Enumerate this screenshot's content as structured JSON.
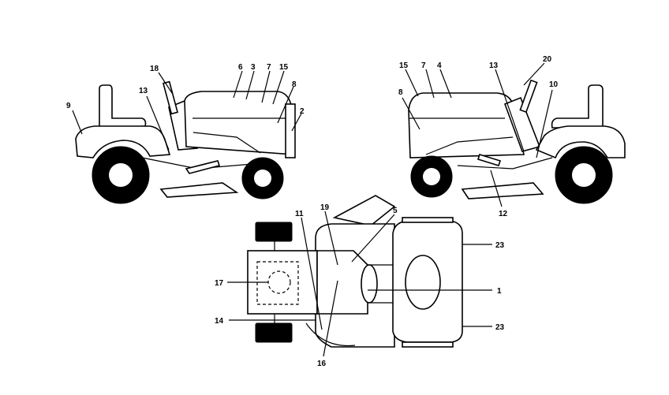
{
  "diagram": {
    "views": [
      "left-side-view",
      "right-side-view",
      "top-view"
    ],
    "labels": {
      "left": [
        "18",
        "6",
        "3",
        "7",
        "15",
        "8",
        "2",
        "9",
        "13"
      ],
      "right": [
        "15",
        "7",
        "4",
        "13",
        "20",
        "8",
        "10",
        "12"
      ],
      "top": [
        "11",
        "19",
        "5",
        "23",
        "17",
        "1",
        "14",
        "23",
        "16"
      ]
    }
  }
}
